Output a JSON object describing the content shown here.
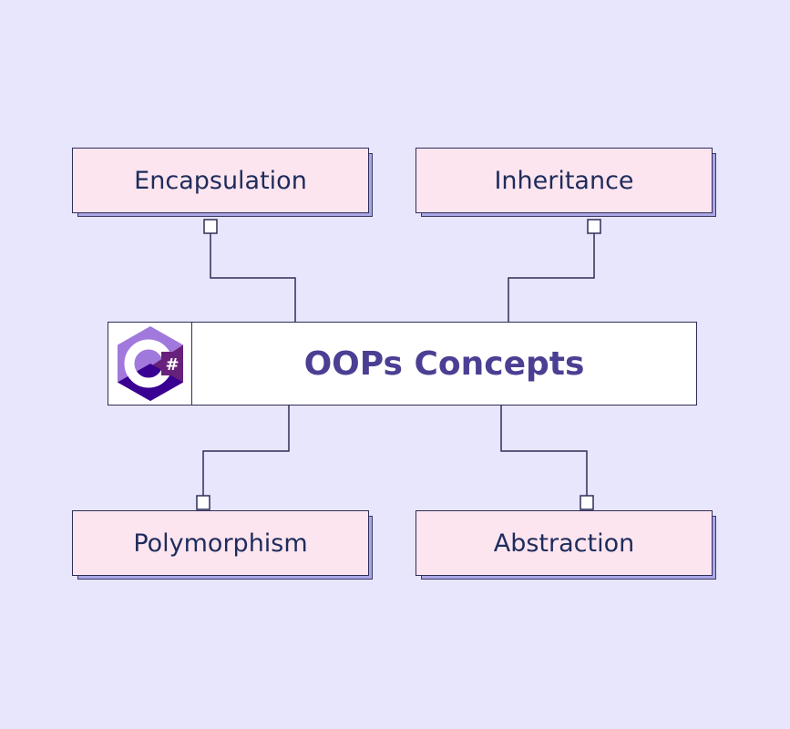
{
  "center": {
    "title": "OOPs Concepts",
    "logo": "csharp-logo",
    "logo_text": "C#"
  },
  "concepts": [
    "Encapsulation",
    "Inheritance",
    "Polymorphism",
    "Abstraction"
  ],
  "colors": {
    "background": "#e8e6fd",
    "node_fill": "#fde5ef",
    "node_shadow": "#aaa6e6",
    "border": "#2e2e58",
    "title": "#4a3f93",
    "text": "#1e2c5c"
  }
}
